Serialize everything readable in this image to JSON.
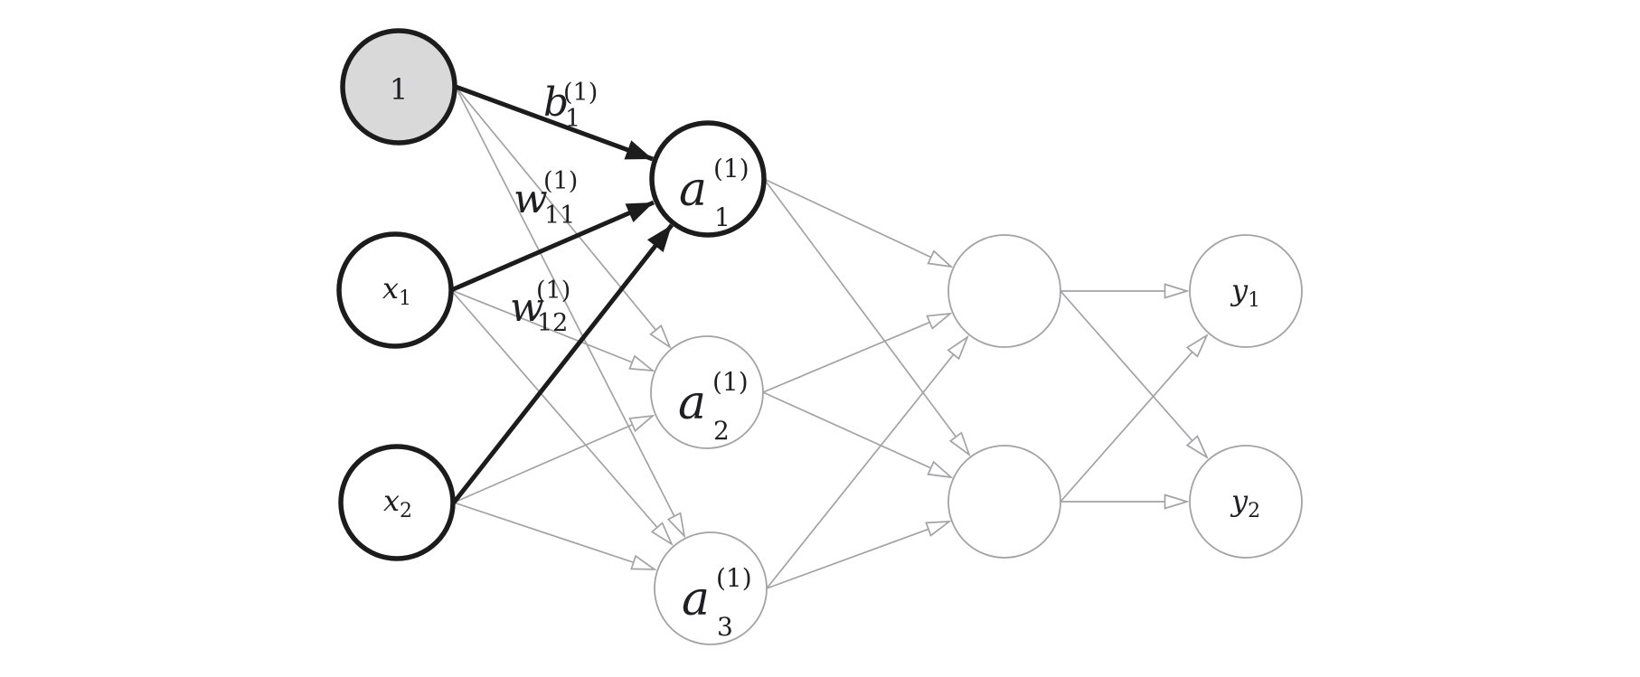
{
  "figure": {
    "kind": "feedforward-neural-network-diagram",
    "colors": {
      "bold": "#1c1c1c",
      "light": "#a2a2a7",
      "biasFill": "#d9d9d9",
      "nodeFill": "#ffffff",
      "text": "#1e1e23"
    },
    "nodes": {
      "bias": {
        "label": "1"
      },
      "x1": {
        "base": "x",
        "sub": "1"
      },
      "x2": {
        "base": "x",
        "sub": "2"
      },
      "a1": {
        "base": "a",
        "sub": "1",
        "sup": "(1)"
      },
      "a2": {
        "base": "a",
        "sub": "2",
        "sup": "(1)"
      },
      "a3": {
        "base": "a",
        "sub": "3",
        "sup": "(1)"
      },
      "h1": {
        "label": ""
      },
      "h2": {
        "label": ""
      },
      "y1": {
        "base": "y",
        "sub": "1"
      },
      "y2": {
        "base": "y",
        "sub": "2"
      }
    },
    "edge_labels": {
      "b1": {
        "base": "b",
        "sub": "1",
        "sup": "(1)"
      },
      "w11": {
        "base": "w",
        "sub": "11",
        "sup": "(1)"
      },
      "w12": {
        "base": "w",
        "sub": "12",
        "sup": "(1)"
      }
    },
    "edges": [
      {
        "from": "bias",
        "to": "a1",
        "style": "bold",
        "label": "b1"
      },
      {
        "from": "x1",
        "to": "a1",
        "style": "bold",
        "label": "w11"
      },
      {
        "from": "x2",
        "to": "a1",
        "style": "bold",
        "label": "w12"
      },
      {
        "from": "bias",
        "to": "a2",
        "style": "light"
      },
      {
        "from": "bias",
        "to": "a3",
        "style": "light"
      },
      {
        "from": "x1",
        "to": "a2",
        "style": "light"
      },
      {
        "from": "x1",
        "to": "a3",
        "style": "light"
      },
      {
        "from": "x2",
        "to": "a2",
        "style": "light"
      },
      {
        "from": "x2",
        "to": "a3",
        "style": "light"
      },
      {
        "from": "a1",
        "to": "h1",
        "style": "light"
      },
      {
        "from": "a1",
        "to": "h2",
        "style": "light"
      },
      {
        "from": "a2",
        "to": "h1",
        "style": "light"
      },
      {
        "from": "a2",
        "to": "h2",
        "style": "light"
      },
      {
        "from": "a3",
        "to": "h1",
        "style": "light"
      },
      {
        "from": "a3",
        "to": "h2",
        "style": "light"
      },
      {
        "from": "h1",
        "to": "y1",
        "style": "light"
      },
      {
        "from": "h1",
        "to": "y2",
        "style": "light"
      },
      {
        "from": "h2",
        "to": "y1",
        "style": "light"
      },
      {
        "from": "h2",
        "to": "y2",
        "style": "light"
      }
    ]
  }
}
